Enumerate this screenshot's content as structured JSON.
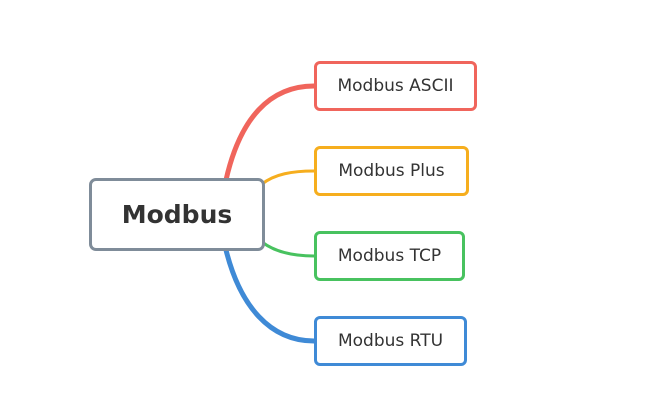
{
  "root": {
    "label": "Modbus",
    "color": "#7f8c99"
  },
  "children": [
    {
      "label": "Modbus ASCII",
      "color": "#f0655c"
    },
    {
      "label": "Modbus Plus",
      "color": "#f6ae1e"
    },
    {
      "label": "Modbus TCP",
      "color": "#48c25f"
    },
    {
      "label": "Modbus RTU",
      "color": "#3f8ad6"
    }
  ]
}
